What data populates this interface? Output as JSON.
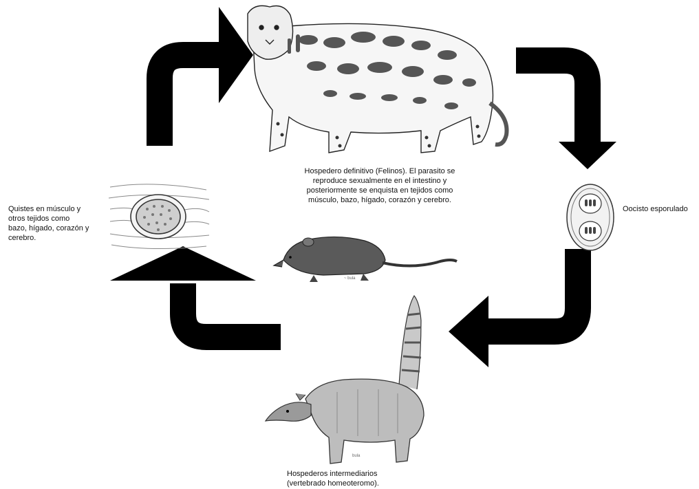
{
  "stages": {
    "definitive_host": "Hospedero definitivo (Felinos). El parasito se\nreproduce sexualmente en el intestino y\nposteriormente se enquista en tejidos como\nmúsculo, bazo, hígado, corazón y   cerebro.",
    "oocyst": "Oocisto esporulado",
    "tissue_cysts": "Quistes en  músculo y\notros tejidos como\nbazo, hígado, corazón y\ncerebro.",
    "intermediate_hosts": "Hospederos intermediarios\n(vertebrado homeoteromo)."
  },
  "colors": {
    "arrow": "#000000",
    "ink": "#222222",
    "spots": "#555555",
    "fur": "#7a7a7a",
    "background": "#ffffff"
  },
  "icons": [
    "ocelot-drawing",
    "oocyst-drawing",
    "rodent-drawing",
    "coati-drawing",
    "tissue-cyst-drawing"
  ]
}
